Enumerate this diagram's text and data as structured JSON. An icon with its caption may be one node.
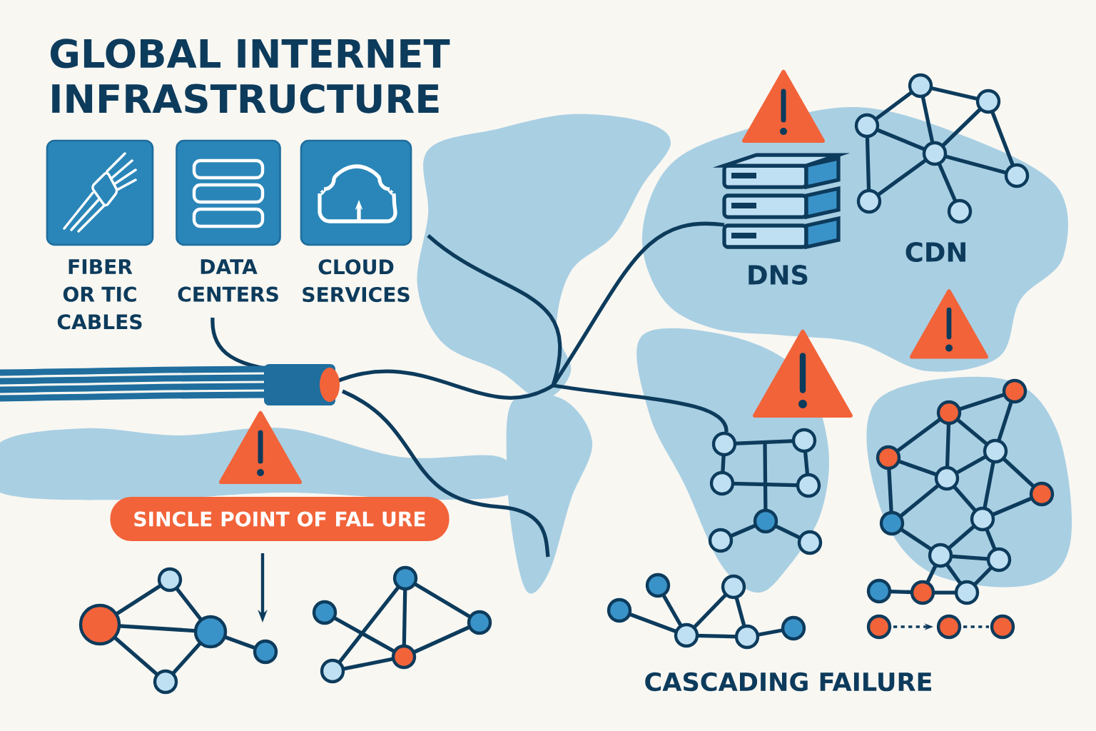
{
  "diagram": {
    "title": "GLOBAL INTERNET INFRASTRUCTURE",
    "nodes": [
      {
        "text": [
          "FIBER OR TIC CABLES"
        ]
      },
      {
        "text": [
          "DATA CENTERS"
        ]
      },
      {
        "text": [
          "CLOUD SERVICES"
        ]
      },
      {
        "text": [
          "DNS"
        ]
      },
      {
        "text": [
          "CDN"
        ]
      },
      {
        "text": [
          "SINCLE POINT OF FAL URE"
        ]
      }
    ],
    "labels": [
      "CASCADING FAILURE"
    ]
  }
}
